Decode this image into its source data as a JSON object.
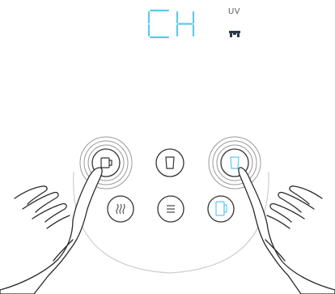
{
  "display": {
    "code": "CH",
    "uv_label": "UV",
    "seg_color": "#5ec8f0",
    "status_icon": "house-icon"
  },
  "panel": {
    "buttons": [
      {
        "name": "cup-button",
        "icon": "cup-icon",
        "pressed": true
      },
      {
        "name": "glass-button",
        "icon": "glass-icon",
        "pressed": false
      },
      {
        "name": "glass-highlight-button",
        "icon": "glass-icon",
        "pressed": true
      },
      {
        "name": "steam-button",
        "icon": "steam-icon",
        "pressed": false
      },
      {
        "name": "menu-button",
        "icon": "menu-icon",
        "pressed": false
      },
      {
        "name": "tall-glass-button",
        "icon": "tall-glass-icon",
        "pressed": false
      }
    ],
    "accent_color": "#5ec8f0",
    "line_color": "#333333"
  },
  "hands": {
    "left": "hand-pressing-left",
    "right": "hand-pressing-right"
  }
}
